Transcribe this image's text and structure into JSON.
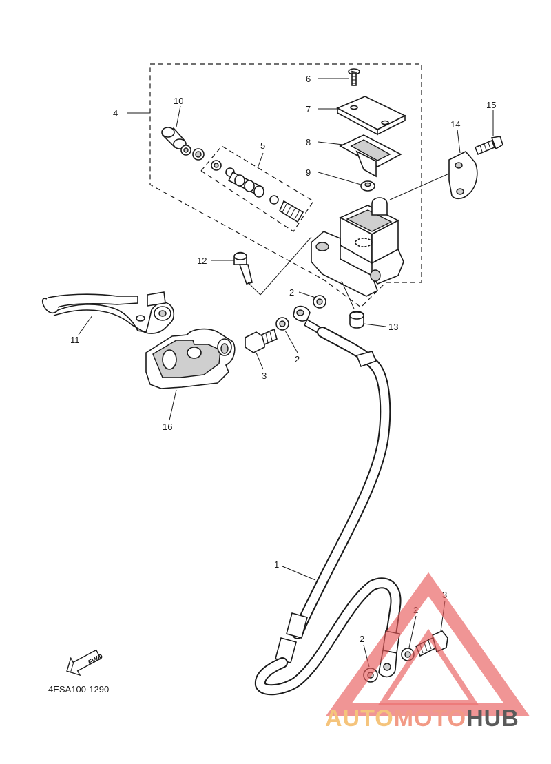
{
  "diagram_code": "4ESA100-1290",
  "fwd_label": "FWD",
  "watermark": {
    "text_part1": "AUTO",
    "text_part2": "MOTO",
    "text_part3": "HUB",
    "colors": {
      "auto": "#f5c47c",
      "moto": "#f29a86",
      "hub": "#5a5a5a",
      "triangle": "#e85a5a"
    }
  },
  "callouts": {
    "c1": "1",
    "c2a": "2",
    "c2b": "2",
    "c2c": "2",
    "c2d": "2",
    "c3a": "3",
    "c3b": "3",
    "c4": "4",
    "c5": "5",
    "c6": "6",
    "c7": "7",
    "c8": "8",
    "c9": "9",
    "c10": "10",
    "c11": "11",
    "c12": "12",
    "c13": "13",
    "c14": "14",
    "c15": "15",
    "c16": "16"
  }
}
